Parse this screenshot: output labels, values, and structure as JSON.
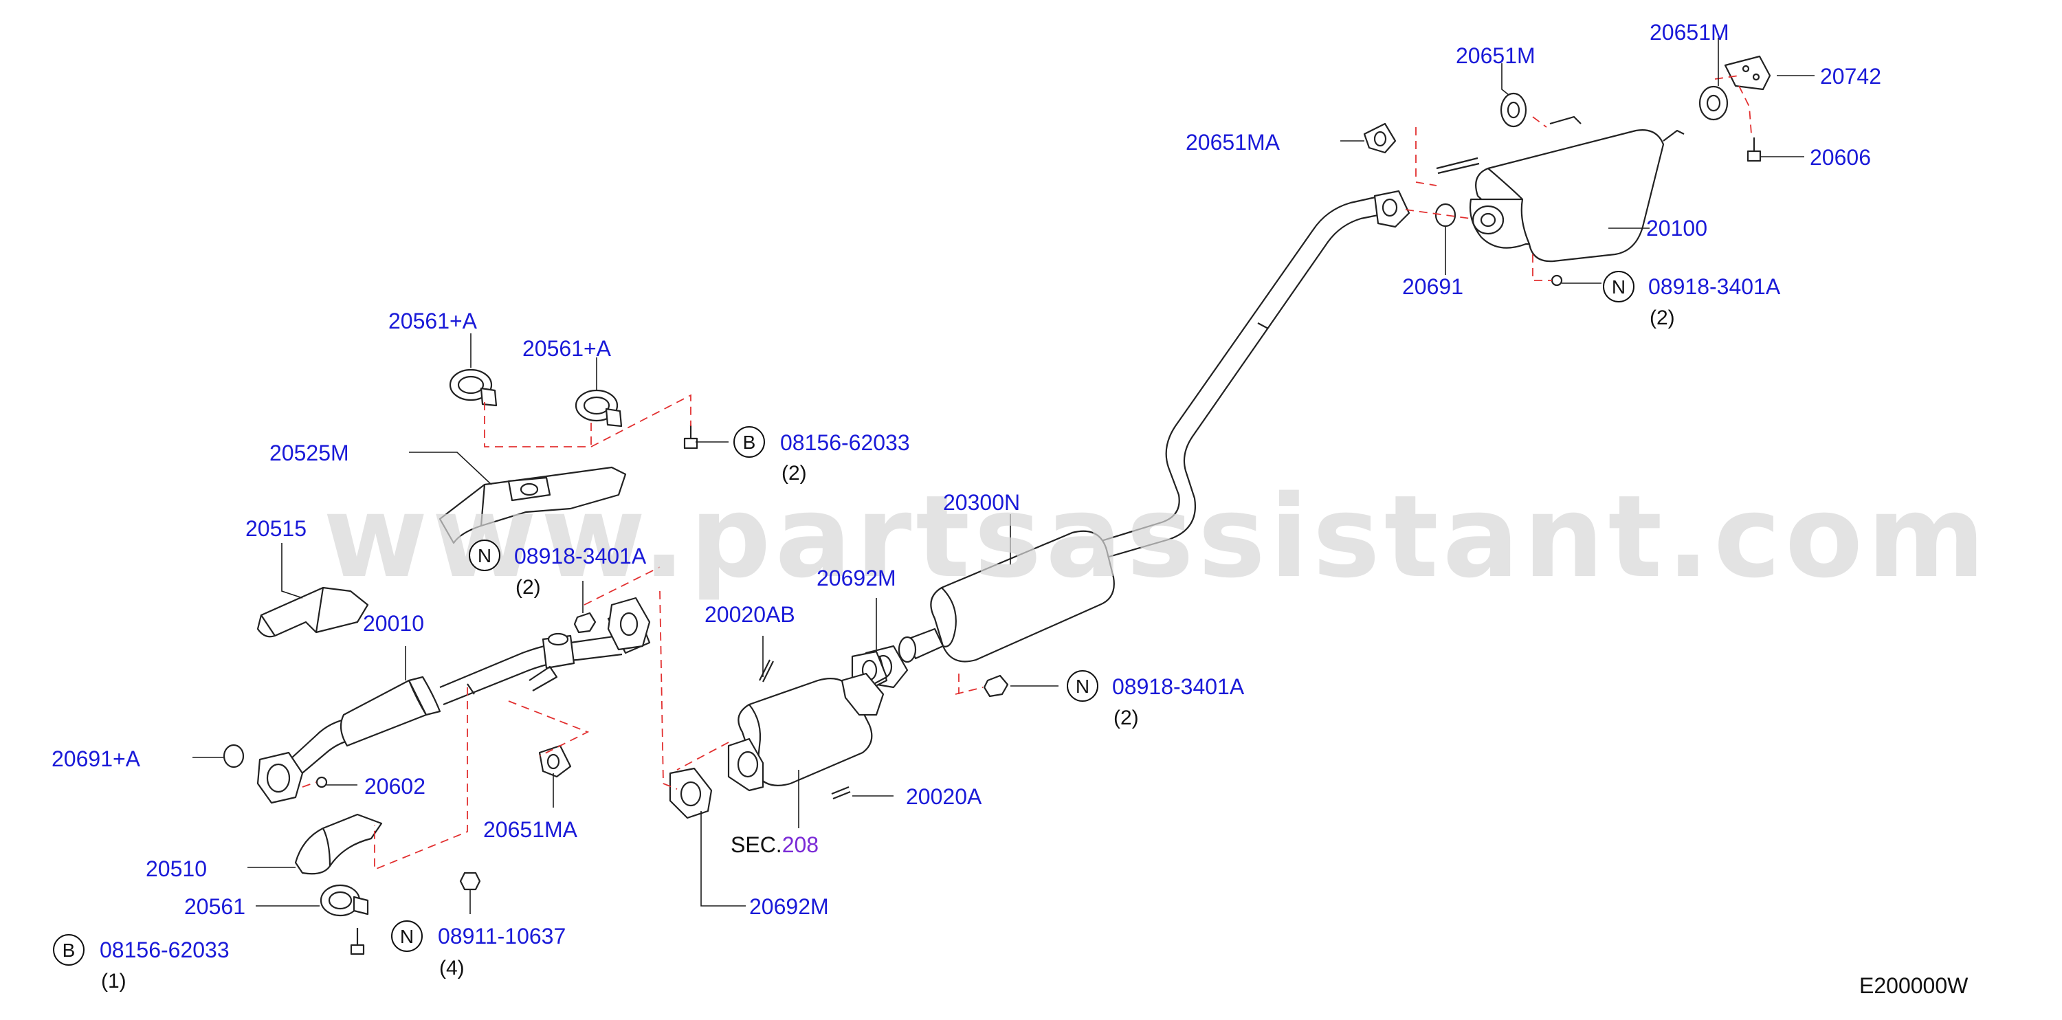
{
  "watermark": "www.partsassistant.com",
  "diagram_code": "E200000W",
  "sec_ref": {
    "prefix": "SEC.",
    "number": "208"
  },
  "labels": {
    "p20651M_a": "20651M",
    "p20651M_b": "20651M",
    "p20742": "20742",
    "p20651MA_top": "20651MA",
    "p20606": "20606",
    "p20100": "20100",
    "p20691": "20691",
    "n_top": "08918-3401A",
    "n_top_qty": "(2)",
    "p20561A_a": "20561+A",
    "p20561A_b": "20561+A",
    "b_top": "08156-62033",
    "b_top_qty": "(2)",
    "p20525M": "20525M",
    "p20515": "20515",
    "n_mid": "08918-3401A",
    "n_mid_qty": "(2)",
    "p20300N": "20300N",
    "p20692M_a": "20692M",
    "p20020AB": "20020AB",
    "p20010": "20010",
    "n_right": "08918-3401A",
    "n_right_qty": "(2)",
    "p20691A": "20691+A",
    "p20602": "20602",
    "p20020A": "20020A",
    "p20651MA_low": "20651MA",
    "p20510": "20510",
    "p20561": "20561",
    "p20692M_b": "20692M",
    "b_low": "08156-62033",
    "b_low_qty": "(1)",
    "n_low": "08911-10637",
    "n_low_qty": "(4)"
  },
  "symbols": {
    "nut": "N",
    "bolt": "B"
  },
  "colors": {
    "label": "#1a1ad8",
    "dash": "#e23030",
    "sec_number": "#7a2ad6",
    "watermark": "#d8d8d8"
  }
}
